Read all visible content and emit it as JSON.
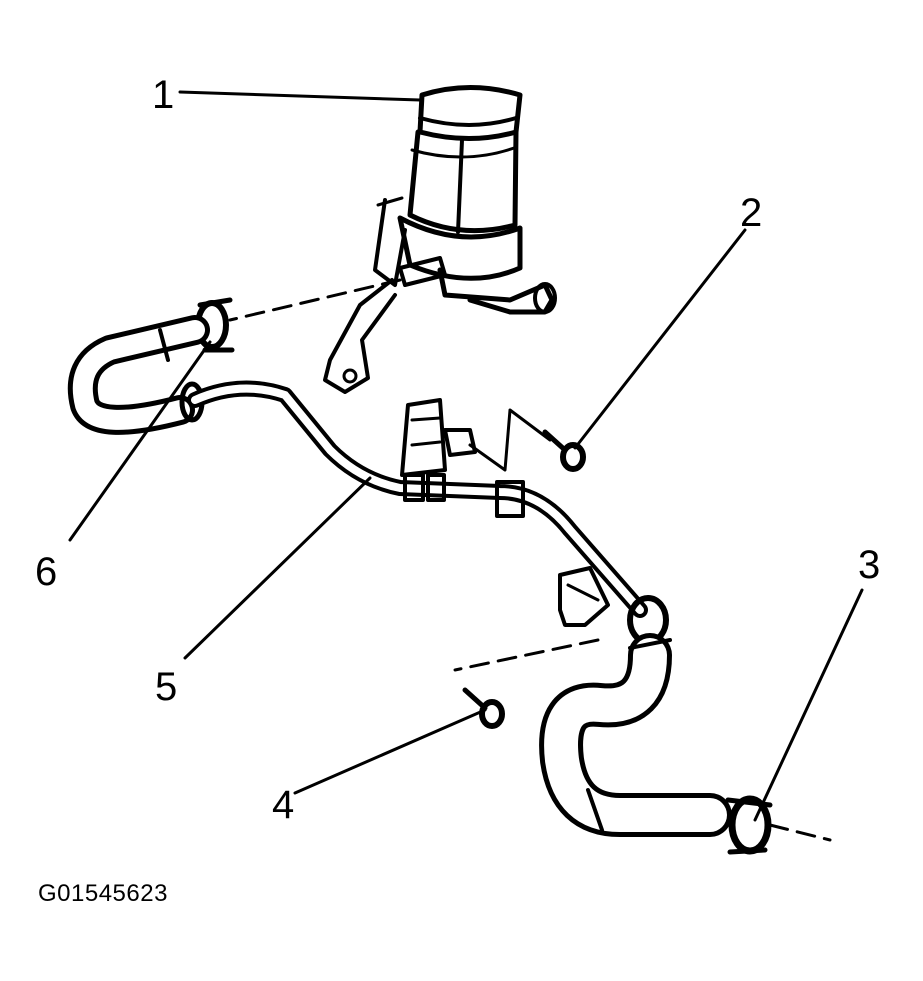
{
  "figure": {
    "id_label": "G01545623"
  },
  "callouts": [
    {
      "number": "1"
    },
    {
      "number": "2"
    },
    {
      "number": "3"
    },
    {
      "number": "4"
    },
    {
      "number": "5"
    },
    {
      "number": "6"
    }
  ],
  "colors": {
    "ink": "#000000",
    "background": "#ffffff"
  }
}
